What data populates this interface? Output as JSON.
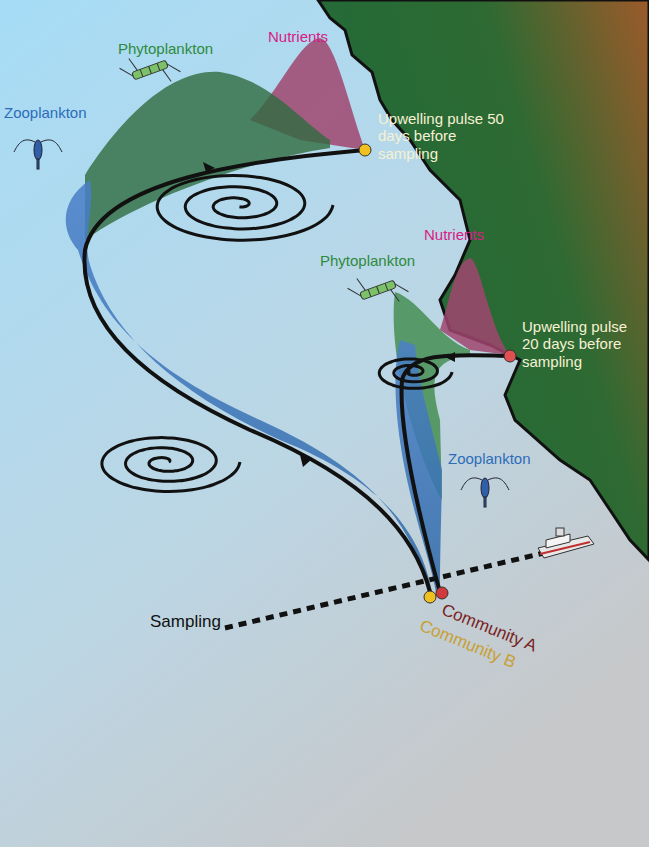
{
  "diagram": {
    "labels": [
      "Nutrients",
      "Phytoplankton",
      "Zooplankton",
      "Upwelling pulse 50 days before sampling",
      "Nutrients",
      "Phytoplankton",
      "Upwelling pulse 20 days before sampling",
      "Zooplankton",
      "Sampling",
      "Community A",
      "Community B"
    ]
  }
}
